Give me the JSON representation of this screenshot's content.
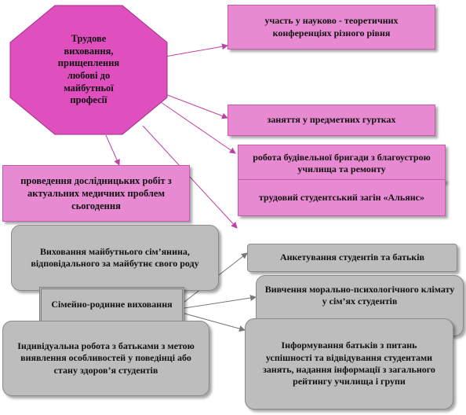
{
  "central": "Трудове виховання, прищеплення любові до майбутньої професії",
  "pink_boxes": [
    "участь у науково - теоретичних конференціях різного рівня",
    "заняття у предметних гуртках",
    "робота будівельної бригади з благоустрою училища та ремонту",
    "трудовий студентський загін «Альянс»",
    "проведення дослідницьких робіт з актуальних медичних проблем сьогодення"
  ],
  "gray_boxes": {
    "family_education": "Сімейно-родинне виховання",
    "raising": "Виховання майбутнього сім’янина, відповідального за майбутнє свого роду",
    "survey": "Анкетування студентів та батьків",
    "climate": "Вивчення морально-психологічного клімату у сім’ях студентів",
    "individual": "Індивідуальна робота з батьками з метою виявлення особливостей у поведінці або стану здоров’я студентів",
    "informing": "Інформування батьків з питань успішності та відвідування студентами занять, надання інформації з загального рейтингу училища і групи"
  },
  "colors": {
    "pink": "#e78ad1",
    "octagon": "#df4fbd",
    "gray": "#bdbdbd",
    "arrow": "#c2409f",
    "gray_arrow": "#777777"
  }
}
